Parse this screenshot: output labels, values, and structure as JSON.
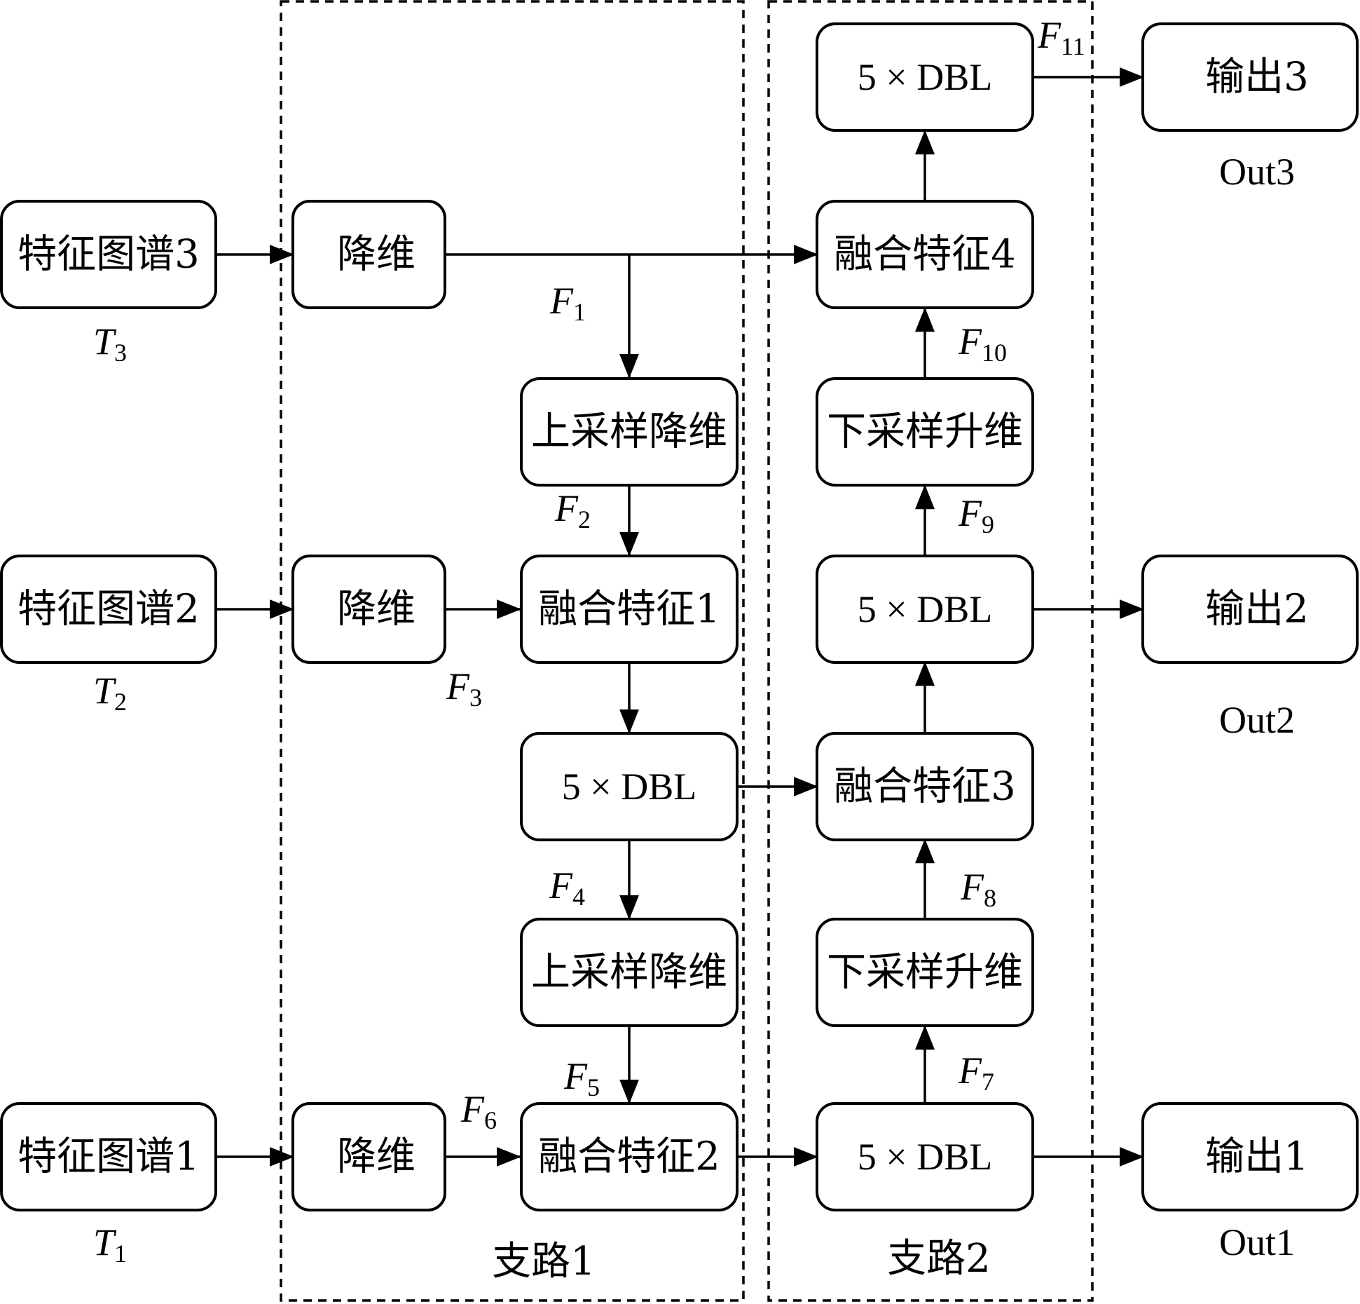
{
  "branches": {
    "branch1": "支路1",
    "branch2": "支路2"
  },
  "nodes": {
    "fmap3": "特征图谱3",
    "fmap2": "特征图谱2",
    "fmap1": "特征图谱1",
    "reduce3": "降维",
    "reduce2": "降维",
    "reduce1": "降维",
    "upsample_a": "上采样降维",
    "upsample_b": "上采样降维",
    "fuse1": "融合特征1",
    "fuse2": "融合特征2",
    "fuse3": "融合特征3",
    "fuse4": "融合特征4",
    "dbl_mid": "5 × DBL",
    "dbl_out1": "5 × DBL",
    "dbl_out2": "5 × DBL",
    "dbl_out3": "5 × DBL",
    "down_a": "下采样升维",
    "down_b": "下采样升维",
    "output1": "输出1",
    "output2": "输出2",
    "output3": "输出3"
  },
  "inputs": {
    "t3": {
      "symbol": "T",
      "sub": "3"
    },
    "t2": {
      "symbol": "T",
      "sub": "2"
    },
    "t1": {
      "symbol": "T",
      "sub": "1"
    }
  },
  "outputs": {
    "out1": "Out1",
    "out2": "Out2",
    "out3": "Out3"
  },
  "features": {
    "f1": {
      "symbol": "F",
      "sub": "1"
    },
    "f2": {
      "symbol": "F",
      "sub": "2"
    },
    "f3": {
      "symbol": "F",
      "sub": "3"
    },
    "f4": {
      "symbol": "F",
      "sub": "4"
    },
    "f5": {
      "symbol": "F",
      "sub": "5"
    },
    "f6": {
      "symbol": "F",
      "sub": "6"
    },
    "f7": {
      "symbol": "F",
      "sub": "7"
    },
    "f8": {
      "symbol": "F",
      "sub": "8"
    },
    "f9": {
      "symbol": "F",
      "sub": "9"
    },
    "f10": {
      "symbol": "F",
      "sub": "10"
    },
    "f11": {
      "symbol": "F",
      "sub": "11"
    }
  }
}
